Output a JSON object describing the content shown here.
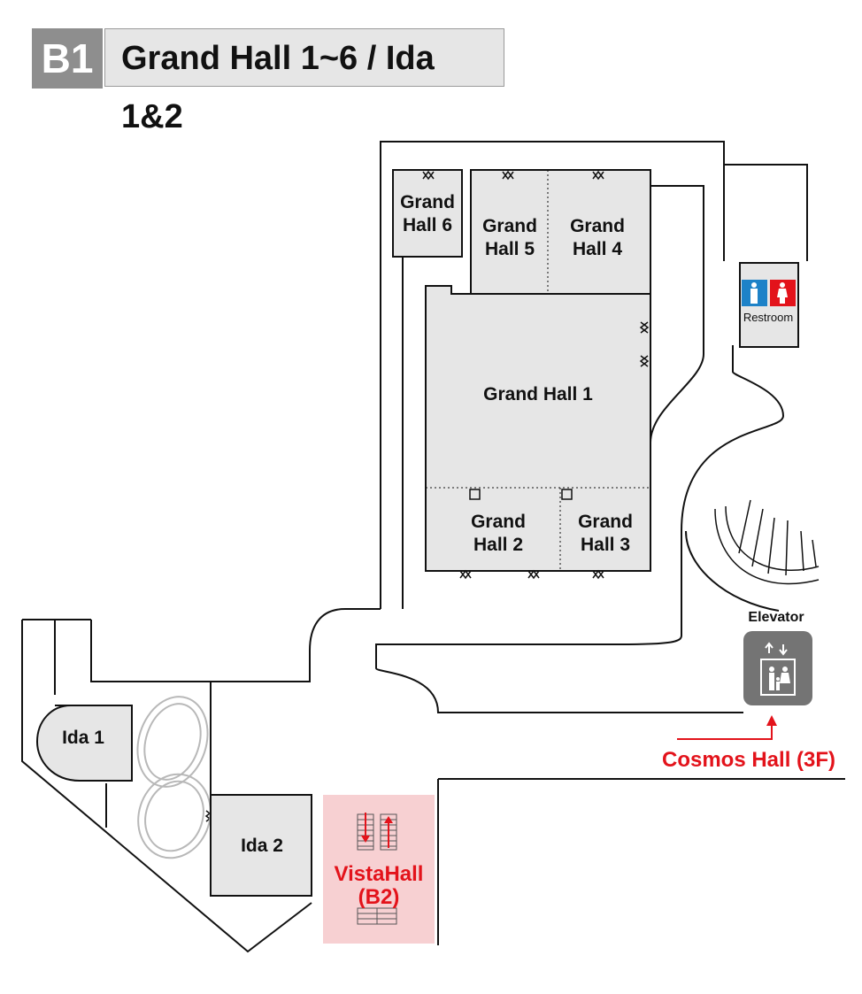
{
  "header": {
    "floor": "B1",
    "title": "Grand Hall 1~6 / Ida 1&2"
  },
  "rooms": {
    "grand_hall_6": [
      "Grand",
      "Hall 6"
    ],
    "grand_hall_5": [
      "Grand",
      "Hall 5"
    ],
    "grand_hall_4": [
      "Grand",
      "Hall 4"
    ],
    "grand_hall_1": "Grand Hall 1",
    "grand_hall_2": [
      "Grand",
      "Hall 2"
    ],
    "grand_hall_3": [
      "Grand",
      "Hall 3"
    ],
    "ida_1": "Ida 1",
    "ida_2": "Ida 2"
  },
  "facilities": {
    "restroom": "Restroom",
    "elevator": "Elevator"
  },
  "directions": {
    "cosmos_hall": "Cosmos Hall (3F)",
    "vista_hall": [
      "VistaHall",
      "(B2)"
    ]
  },
  "colors": {
    "room_fill": "#e6e6e6",
    "accent_red": "#e3131b",
    "men_blue": "#1d82c8",
    "women_red": "#e3131b",
    "elevator_gray": "#747474",
    "vista_pink": "#f7d0d2"
  }
}
